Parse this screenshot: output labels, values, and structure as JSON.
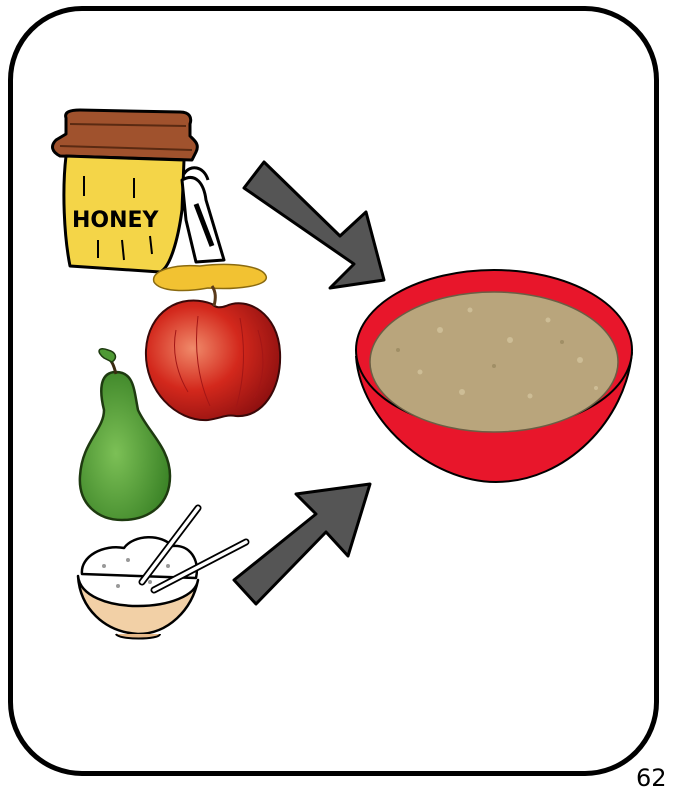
{
  "card": {
    "honey_label": "HONEY",
    "page_number": "62",
    "colors": {
      "jar_yellow": "#f4d548",
      "lid_brown": "#a0522d",
      "apple_red": "#cc1f1a",
      "pear_green": "#4e9a34",
      "bowl_red": "#e8162b",
      "porridge": "#b9a57c",
      "arrow_gray": "#555555"
    },
    "items": [
      {
        "name": "honey-jar",
        "icon": "honey-jar-icon"
      },
      {
        "name": "apple",
        "icon": "apple-icon"
      },
      {
        "name": "pear",
        "icon": "pear-icon"
      },
      {
        "name": "rice-bowl",
        "icon": "rice-bowl-icon"
      },
      {
        "name": "porridge-bowl",
        "icon": "porridge-bowl-icon"
      }
    ]
  }
}
